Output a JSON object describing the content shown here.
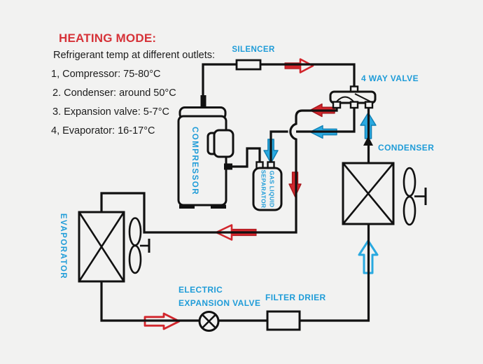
{
  "title": "HEATING MODE:",
  "notes": {
    "intro": "Refrigerant temp at different outlets:",
    "items": [
      "1, Compressor: 75-80°C",
      "2. Condenser: around 50°C",
      "3. Expansion valve: 5-7°C",
      "4, Evaporator: 16-17°C"
    ]
  },
  "labels": {
    "silencer": "SILENCER",
    "four_way_valve": "4 WAY VALVE",
    "condenser": "CONDENSER",
    "compressor": "COMPRESSOR",
    "gas_liquid_separator_line1": "GAS LIQUID",
    "gas_liquid_separator_line2": "SEPARATOR",
    "evaporator": "EVAPORATOR",
    "electric_expansion_valve_line1": "ELECTRIC",
    "electric_expansion_valve_line2": "EXPANSION VALVE",
    "filter_drier": "FILTER DRIER"
  },
  "colors": {
    "hot_flow_red": "#d2262c",
    "cold_flow_blue": "#29a9e0",
    "label_blue": "#1f9cd8",
    "title_red": "#d63238",
    "line_black": "#111111",
    "background": "#f2f2f1"
  },
  "flow_arrows": [
    {
      "name": "discharge-to-4way",
      "direction": "right",
      "color": "red",
      "style": "solid-tail-hollow-head"
    },
    {
      "name": "4way-to-evaporator-upper",
      "direction": "left",
      "color": "red",
      "style": "solid"
    },
    {
      "name": "suction-to-separator",
      "direction": "left",
      "color": "blue",
      "style": "solid"
    },
    {
      "name": "condenser-into-4way",
      "direction": "up",
      "color": "blue",
      "style": "solid"
    },
    {
      "name": "into-separator",
      "direction": "down",
      "color": "blue",
      "style": "solid"
    },
    {
      "name": "hot-line-down",
      "direction": "down",
      "color": "red",
      "style": "solid"
    },
    {
      "name": "hot-line-to-evaporator",
      "direction": "left",
      "color": "red",
      "style": "solid-tail-hollow-head"
    },
    {
      "name": "evaporator-out-bottom",
      "direction": "right",
      "color": "red",
      "style": "hollow"
    },
    {
      "name": "up-into-condenser",
      "direction": "up",
      "color": "blue",
      "style": "hollow"
    }
  ]
}
